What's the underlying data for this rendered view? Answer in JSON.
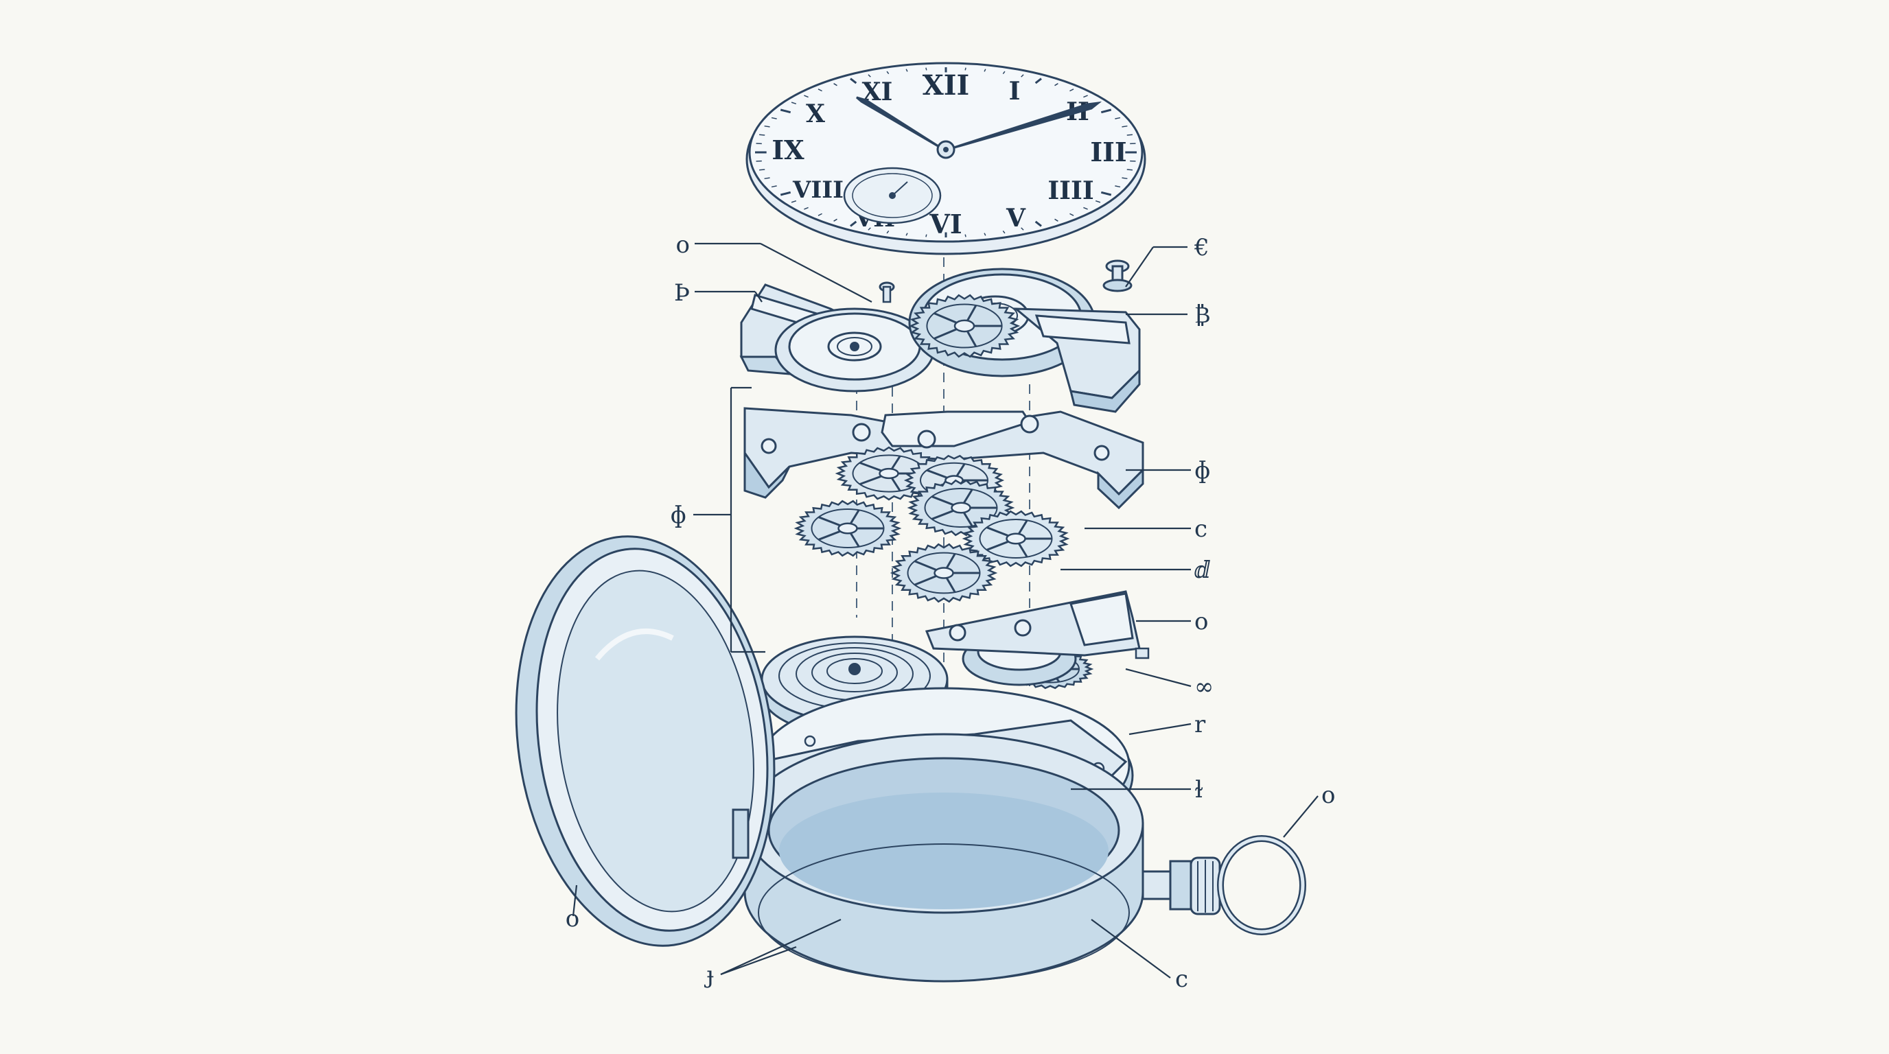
{
  "dial": {
    "numerals": [
      "XII",
      "I",
      "II",
      "III",
      "IIII",
      "V",
      "VI",
      "VII",
      "VIII",
      "IX",
      "X",
      "XI"
    ]
  },
  "callouts": [
    {
      "id": "c-top-left-1",
      "text": "o"
    },
    {
      "id": "c-top-left-2",
      "text": "Þ"
    },
    {
      "id": "c-top-right-1",
      "text": "€"
    },
    {
      "id": "c-top-right-2",
      "text": "₿"
    },
    {
      "id": "c-bracket-left",
      "text": "ɸ"
    },
    {
      "id": "c-bridge",
      "text": "ɸ"
    },
    {
      "id": "c-gear-1",
      "text": "ϲ"
    },
    {
      "id": "c-gear-2",
      "text": "ⅆ"
    },
    {
      "id": "c-balance-cock",
      "text": "o"
    },
    {
      "id": "c-regulator",
      "text": "∞"
    },
    {
      "id": "c-mainplate",
      "text": "r"
    },
    {
      "id": "c-barrel",
      "text": "ɫ"
    },
    {
      "id": "c-bow",
      "text": "o"
    },
    {
      "id": "c-lid",
      "text": "o"
    },
    {
      "id": "c-case-left",
      "text": "ɟ"
    },
    {
      "id": "c-case-right",
      "text": "ϲ"
    }
  ]
}
